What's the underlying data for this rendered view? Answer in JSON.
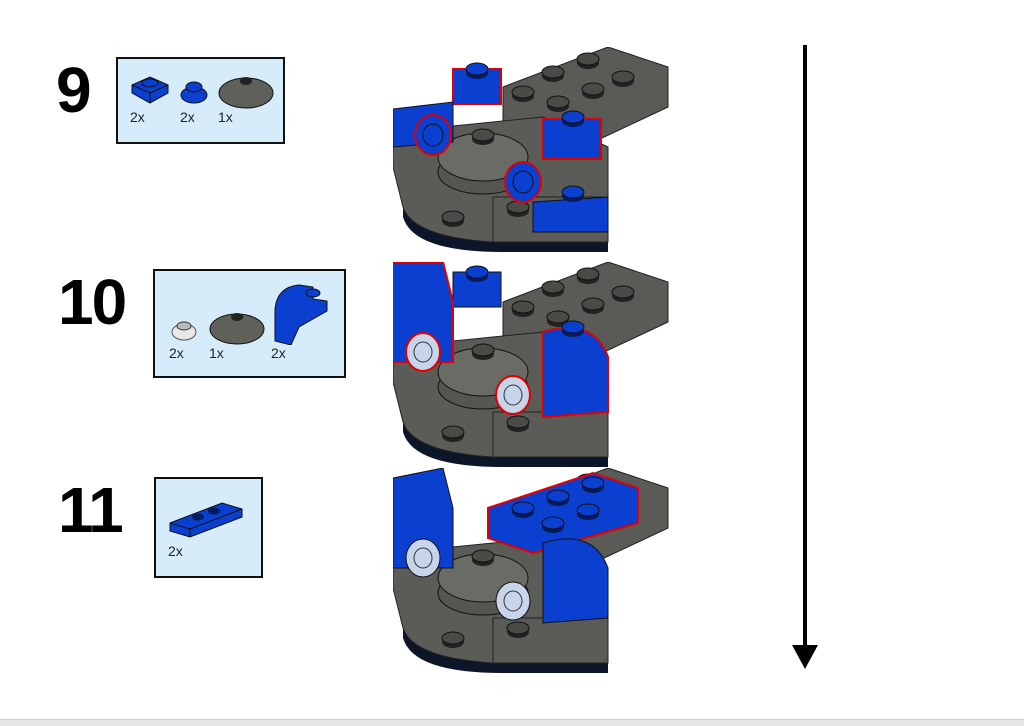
{
  "steps": [
    {
      "number": "9",
      "parts": [
        {
          "name": "blue-plate-1x1",
          "qty": "2x"
        },
        {
          "name": "blue-round-plate-1x1",
          "qty": "2x"
        },
        {
          "name": "dark-gray-dish-2x2",
          "qty": "1x"
        }
      ]
    },
    {
      "number": "10",
      "parts": [
        {
          "name": "trans-clear-round-plate-1x1",
          "qty": "2x"
        },
        {
          "name": "dark-gray-dish-2x2",
          "qty": "1x"
        },
        {
          "name": "blue-curved-slope-with-stud",
          "qty": "2x"
        }
      ]
    },
    {
      "number": "11",
      "parts": [
        {
          "name": "blue-jumper-plate-1x3",
          "qty": "2x"
        }
      ]
    }
  ],
  "colors": {
    "blue": "#0b3fd0",
    "gray": "#595a55",
    "box": "#d7ecfb",
    "highlight": "#e00000"
  },
  "icons": {
    "arrow": "down-arrow-icon"
  }
}
